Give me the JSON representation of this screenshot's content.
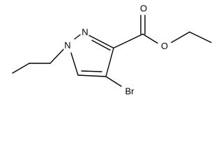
{
  "structure": {
    "atoms": {
      "n1": "N",
      "n2": "N",
      "o_carbonyl": "O",
      "o_ester": "O",
      "br": "Br"
    }
  }
}
